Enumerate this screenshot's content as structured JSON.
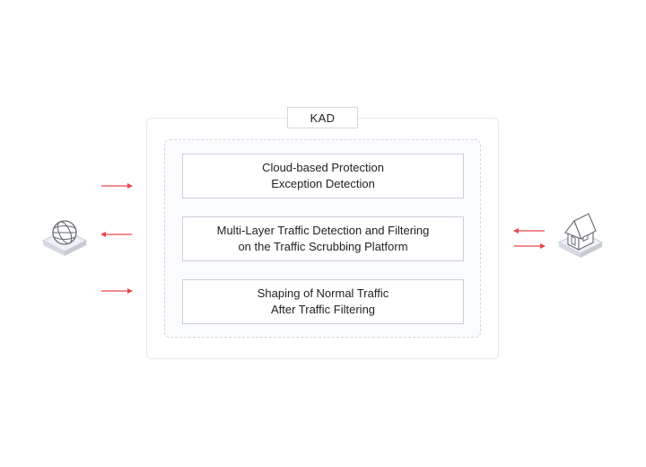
{
  "kad": {
    "label": "KAD"
  },
  "steps": [
    {
      "line1": "Cloud-based Protection",
      "line2": "Exception Detection"
    },
    {
      "line1": "Multi-Layer Traffic Detection and Filtering",
      "line2": "on the Traffic Scrubbing Platform"
    },
    {
      "line1": "Shaping of Normal Traffic",
      "line2": "After Traffic Filtering"
    }
  ],
  "icons": {
    "left": "globe-icon",
    "right": "house-icon"
  },
  "colors": {
    "arrow": "#e8474b",
    "border": "#d3d7e0"
  }
}
